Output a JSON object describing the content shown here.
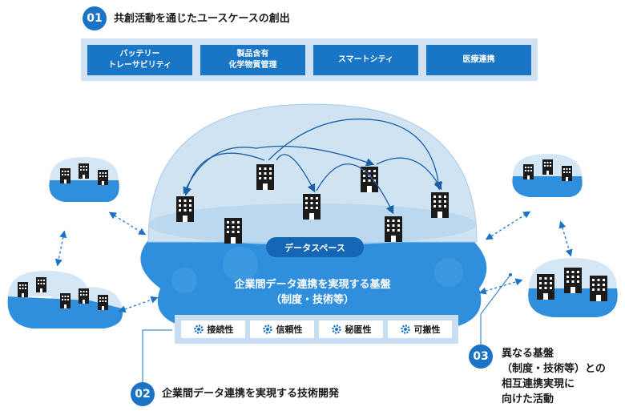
{
  "step1": {
    "number": "01",
    "title": "共創活動を通じたユースケースの創出"
  },
  "use_cases": [
    {
      "label": "バッテリー\nトレーサビリティ"
    },
    {
      "label": "製品含有\n化学物質管理"
    },
    {
      "label": "スマートシティ"
    },
    {
      "label": "医療連携"
    }
  ],
  "data_space": {
    "label": "データスペース"
  },
  "platform": {
    "line1": "企業間データ連携を実現する基盤",
    "line2": "（制度・技術等）"
  },
  "properties": [
    {
      "label": "接続性",
      "icon": "gear-icon"
    },
    {
      "label": "信頼性",
      "icon": "gear-icon"
    },
    {
      "label": "秘匿性",
      "icon": "gear-icon"
    },
    {
      "label": "可搬性",
      "icon": "gear-icon"
    }
  ],
  "step2": {
    "number": "02",
    "title": "企業間データ連携を実現する技術開発"
  },
  "step3": {
    "number": "03",
    "line1": "異なる基盤",
    "line2": "（制度・技術等）との",
    "line3": "相互連携実現に",
    "line4": "向けた活動"
  },
  "colors": {
    "primary": "#1a73c4",
    "cloud": "#2f8fdc",
    "dome": "#cfe3f3",
    "panel": "#cfe1f3"
  }
}
